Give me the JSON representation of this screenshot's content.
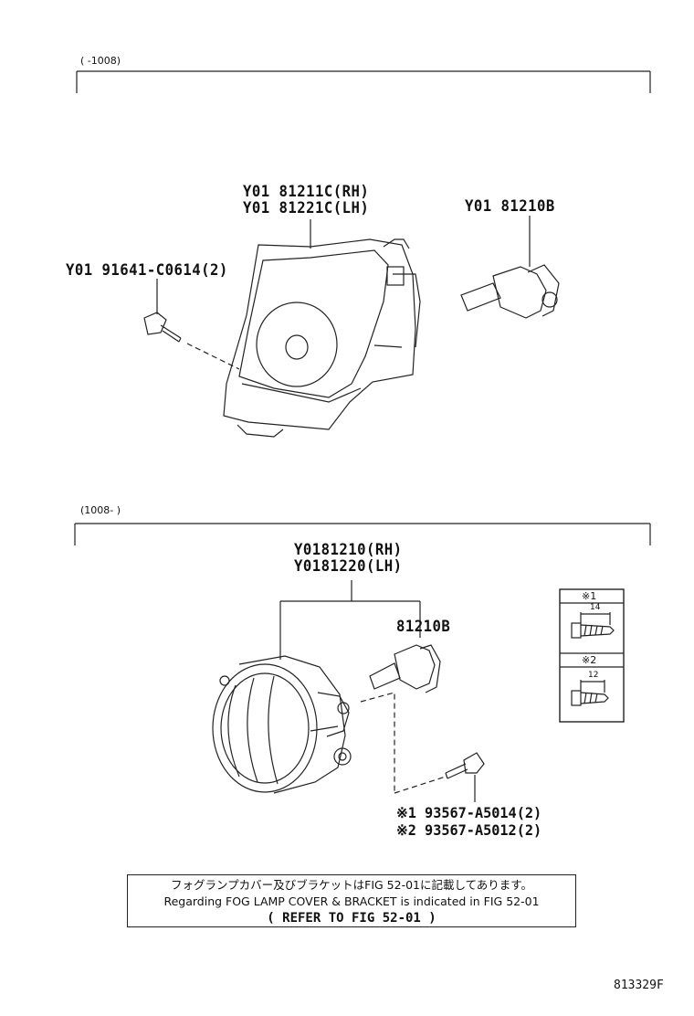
{
  "section_top": {
    "range": "(      -1008)",
    "housing_rh": "Y01  81211C(RH)",
    "housing_lh": "Y01  81221C(LH)",
    "bulb": "Y01  81210B",
    "screw": "Y01  91641-C0614(2)"
  },
  "section_bottom": {
    "range": "(1008-        )",
    "lamp_rh": "Y0181210(RH)",
    "lamp_lh": "Y0181220(LH)",
    "bulb": "81210B",
    "screw_1": "※1 93567-A5014(2)",
    "screw_2": "※2 93567-A5012(2)",
    "inset_1_label": "※1",
    "inset_1_dim": "14",
    "inset_2_label": "※2",
    "inset_2_dim": "12"
  },
  "note": {
    "line_jp": "フォグランプカバー及びブラケットはFIG 52-01に記載してあります。",
    "line_en": "Regarding FOG LAMP COVER & BRACKET is indicated in FIG 52-01",
    "line_ref": "( REFER TO FIG 52-01 )"
  },
  "figure_id": "813329F"
}
